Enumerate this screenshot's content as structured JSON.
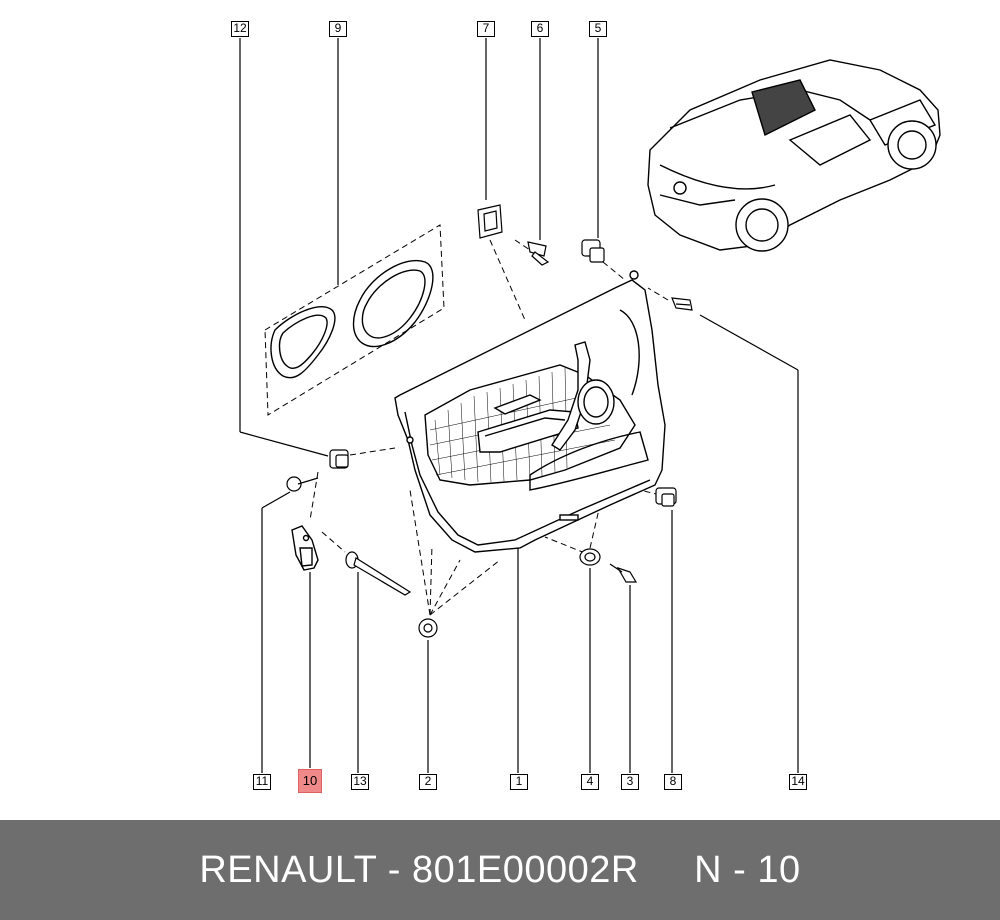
{
  "footer": {
    "brand": "RENAULT",
    "separator1": " - ",
    "part_number": "801E00002R",
    "spacer": "     ",
    "ref_prefix": "N",
    "separator2": " - ",
    "ref_number": "10"
  },
  "callouts": {
    "c1": "1",
    "c2": "2",
    "c3": "3",
    "c4": "4",
    "c5": "5",
    "c6": "6",
    "c7": "7",
    "c8": "8",
    "c9": "9",
    "c10": "10",
    "c11": "11",
    "c12": "12",
    "c13": "13",
    "c14": "14"
  },
  "highlight_color": "#f08a8a",
  "footer_color": "#6e6e6e"
}
